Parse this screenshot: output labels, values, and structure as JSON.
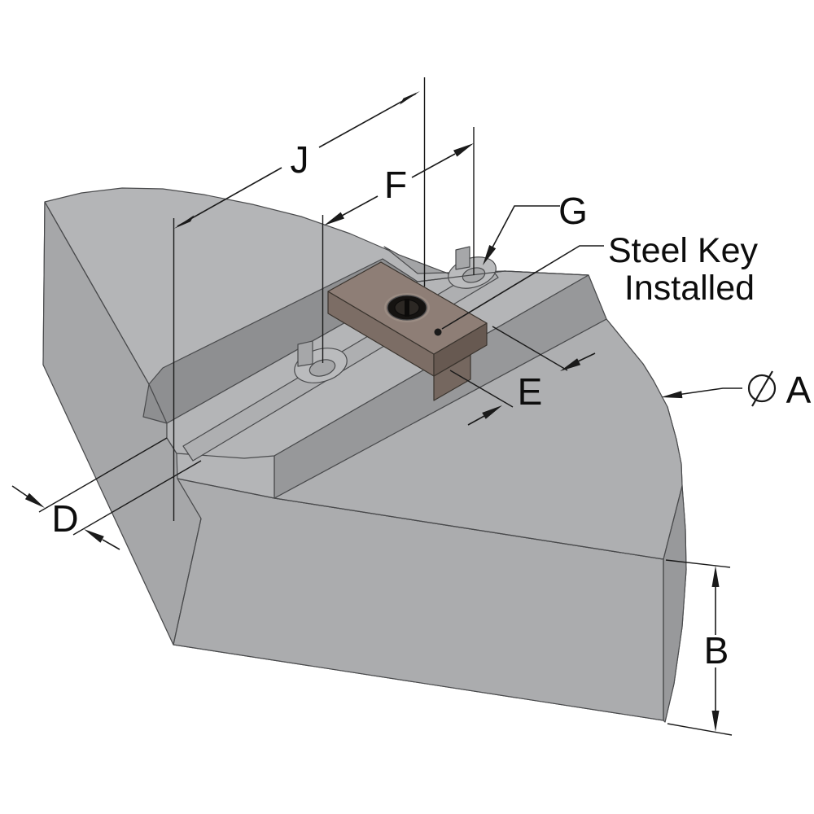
{
  "figure": {
    "kind": "isometric-technical-drawing",
    "subject": "chuck soft jaw blank with steel key installed",
    "labels": {
      "dim_j": "J",
      "dim_f": "F",
      "dim_g": "G",
      "dim_e": "E",
      "dim_d": "D",
      "dim_b": "B",
      "dim_a": "A",
      "diameter_symbol": "⌀",
      "note_line1": "Steel Key",
      "note_line2": "Installed"
    },
    "colors": {
      "background": "#ffffff",
      "top_face": "#b4b5b7",
      "apron_face": "#aeafb1",
      "wedge_face": "#a6a7a9",
      "front_face": "#abacae",
      "step_wall": "#97989a",
      "back_wall": "#8e8f91",
      "cylinder_face": "#a3a4a6",
      "cylinder_sliver": "#98999b",
      "shelf_face": "#b4b5b7",
      "slot_face": "#aeafb1",
      "hole_face": "#babbbd",
      "hole_bore": "#a6a7a9",
      "key_top": "#8e7e76",
      "key_front": "#7c6d65",
      "key_side": "#675951",
      "key_tongue": "#75675f",
      "key_bore": "#151311",
      "line": "#1a1a1a",
      "edge": "#4a4b4d",
      "label_text": "#0d0d0d"
    }
  }
}
